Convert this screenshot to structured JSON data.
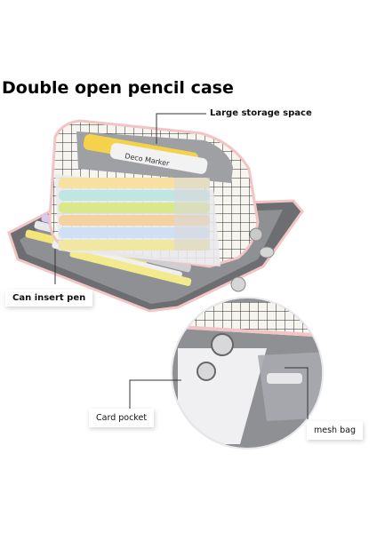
{
  "title": "Double open pencil case",
  "labels": {
    "large_storage": "Large storage space",
    "insert_pen": "Can insert pen",
    "card_pocket": "Card pocket",
    "mesh_bag": "mesh bag"
  },
  "marker_brand": "Deco Marker",
  "colors": {
    "case_trim": "#f2c4c4",
    "grid_fabric": "#f7f5f0",
    "grid_lines": "#2b2b2b",
    "inner_lining": "#8f9094",
    "leader_line": "#333333"
  }
}
